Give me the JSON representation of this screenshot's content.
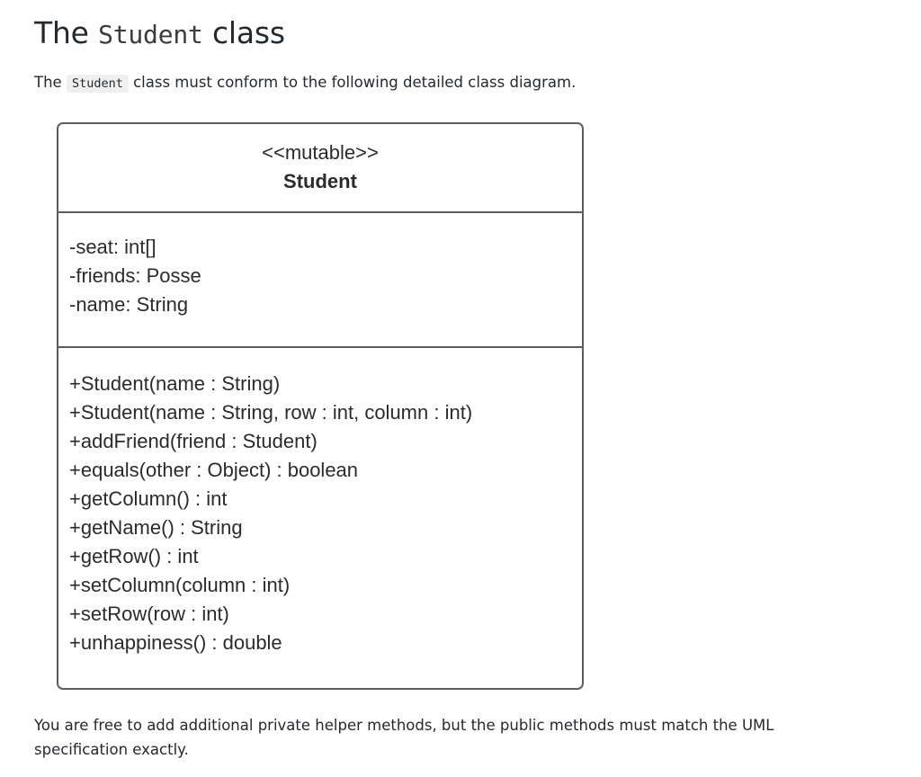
{
  "heading": {
    "prefix": "The ",
    "code": "Student",
    "suffix": " class"
  },
  "intro": {
    "prefix": "The ",
    "code": "Student",
    "suffix": " class must conform to the following detailed class diagram."
  },
  "uml": {
    "stereotype": "<<mutable>>",
    "class_name": "Student",
    "attributes": [
      "-seat: int[]",
      "-friends: Posse",
      "-name: String"
    ],
    "methods": [
      "+Student(name : String)",
      "+Student(name : String, row : int, column : int)",
      "+addFriend(friend : Student)",
      "+equals(other : Object) : boolean",
      "+getColumn() : int",
      "+getName() : String",
      "+getRow() : int",
      "+setColumn(column : int)",
      "+setRow(row : int)",
      "+unhappiness() : double"
    ],
    "border_color": "#5d5d5d",
    "text_color": "#2b2b2b"
  },
  "footer": {
    "text": "You are free to add additional private helper methods, but the public methods must match the UML specification exactly."
  }
}
